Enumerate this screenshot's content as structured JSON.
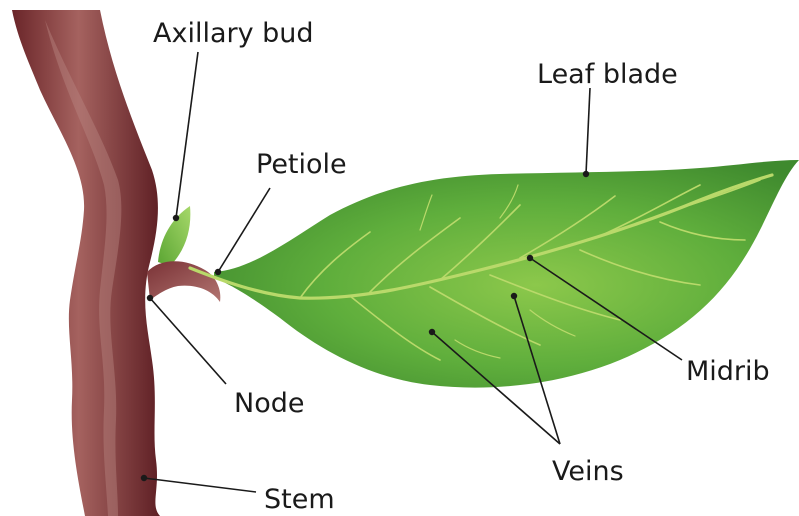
{
  "labels": {
    "axillary_bud": "Axillary bud",
    "leaf_blade": "Leaf blade",
    "petiole": "Petiole",
    "node": "Node",
    "stem": "Stem",
    "midrib": "Midrib",
    "veins": "Veins"
  },
  "colors": {
    "stem_dark": "#6e2a2e",
    "stem_light": "#a86a66",
    "leaf_dark": "#3f8a2e",
    "leaf_mid": "#5fae3c",
    "leaf_light": "#8cc84b",
    "vein": "#b9d96a",
    "bud": "#7cc142",
    "leader": "#1a1a1a",
    "text": "#1a1a1a"
  }
}
